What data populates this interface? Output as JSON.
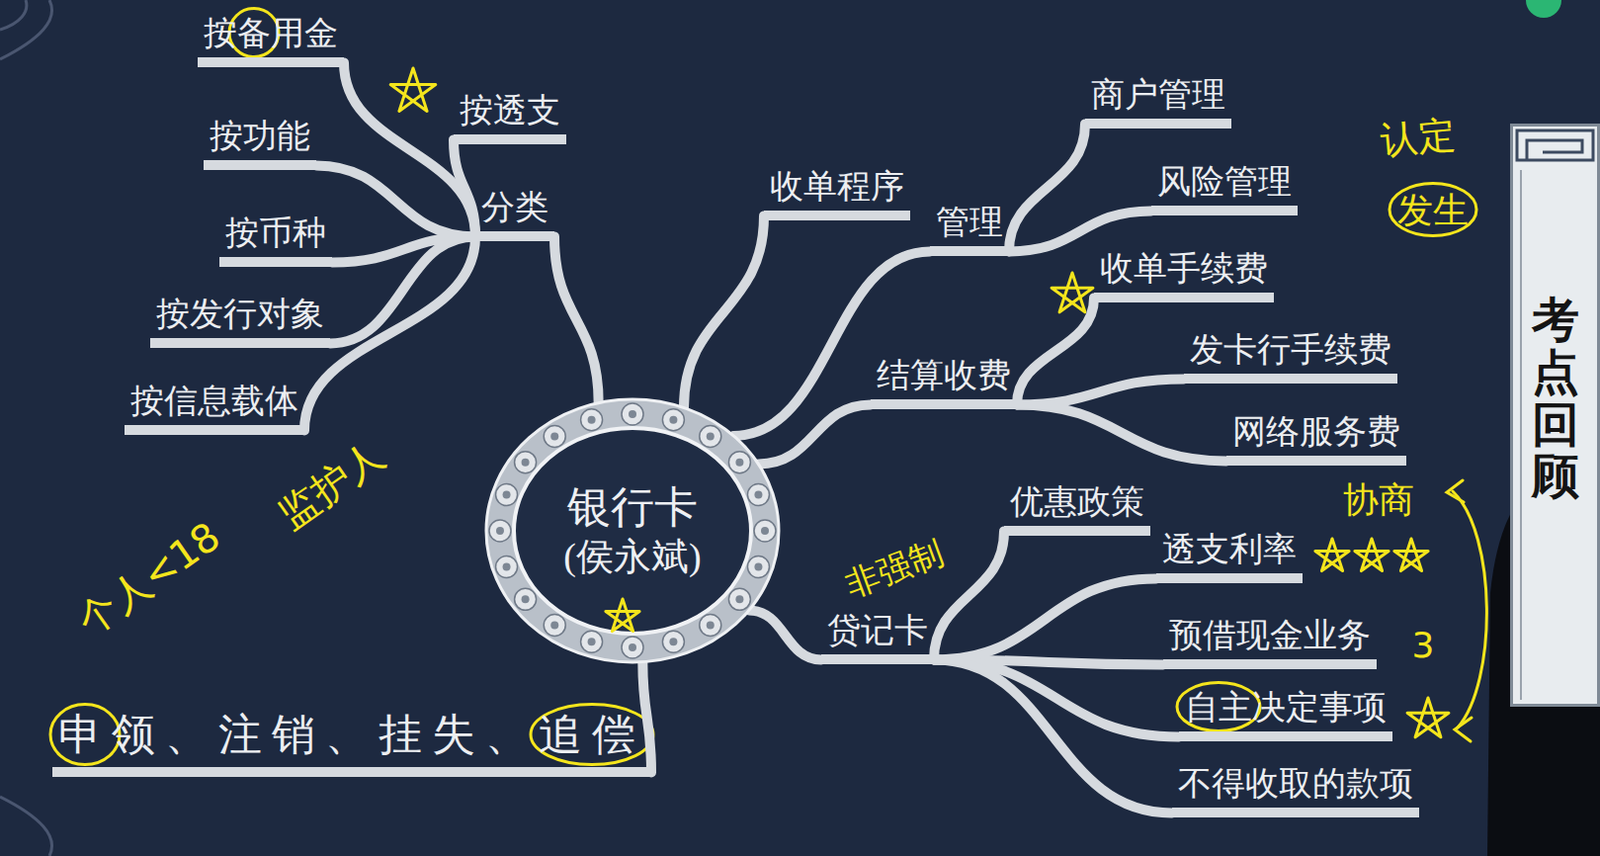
{
  "diagram": {
    "nodes": [
      {
        "text": [
          "银行卡",
          "(侯永斌)"
        ]
      },
      {
        "text": [
          "分类"
        ]
      },
      {
        "text": [
          "按备用金"
        ]
      },
      {
        "text": [
          "按透支"
        ]
      },
      {
        "text": [
          "按功能"
        ]
      },
      {
        "text": [
          "按币种"
        ]
      },
      {
        "text": [
          "按发行对象"
        ]
      },
      {
        "text": [
          "按信息载体"
        ]
      },
      {
        "text": [
          "收单程序"
        ]
      },
      {
        "text": [
          "管理"
        ]
      },
      {
        "text": [
          "商户管理"
        ]
      },
      {
        "text": [
          "风险管理"
        ]
      },
      {
        "text": [
          "结算收费"
        ]
      },
      {
        "text": [
          "收单手续费"
        ]
      },
      {
        "text": [
          "发卡行手续费"
        ]
      },
      {
        "text": [
          "网络服务费"
        ]
      },
      {
        "text": [
          "贷记卡"
        ]
      },
      {
        "text": [
          "优惠政策"
        ]
      },
      {
        "text": [
          "透支利率"
        ]
      },
      {
        "text": [
          "预借现金业务"
        ]
      },
      {
        "text": [
          "自主决定事项"
        ]
      },
      {
        "text": [
          "不得收取的款项"
        ]
      },
      {
        "text": [
          "申领、注销、挂失、追偿"
        ]
      },
      {
        "text": [
          "考点回顾"
        ]
      }
    ],
    "edges": [
      {
        "from": 0,
        "to": 1,
        "arrow": "none"
      },
      {
        "from": 1,
        "to": 2,
        "arrow": "none"
      },
      {
        "from": 1,
        "to": 3,
        "arrow": "none"
      },
      {
        "from": 1,
        "to": 4,
        "arrow": "none"
      },
      {
        "from": 1,
        "to": 5,
        "arrow": "none"
      },
      {
        "from": 1,
        "to": 6,
        "arrow": "none"
      },
      {
        "from": 1,
        "to": 7,
        "arrow": "none"
      },
      {
        "from": 0,
        "to": 8,
        "arrow": "none"
      },
      {
        "from": 0,
        "to": 9,
        "arrow": "none"
      },
      {
        "from": 9,
        "to": 10,
        "arrow": "none"
      },
      {
        "from": 9,
        "to": 11,
        "arrow": "none"
      },
      {
        "from": 0,
        "to": 12,
        "arrow": "none"
      },
      {
        "from": 12,
        "to": 13,
        "arrow": "none"
      },
      {
        "from": 12,
        "to": 14,
        "arrow": "none"
      },
      {
        "from": 12,
        "to": 15,
        "arrow": "none"
      },
      {
        "from": 0,
        "to": 16,
        "arrow": "none"
      },
      {
        "from": 16,
        "to": 17,
        "arrow": "none"
      },
      {
        "from": 16,
        "to": 18,
        "arrow": "none"
      },
      {
        "from": 16,
        "to": 19,
        "arrow": "none"
      },
      {
        "from": 16,
        "to": 20,
        "arrow": "none"
      },
      {
        "from": 16,
        "to": 21,
        "arrow": "none"
      },
      {
        "from": 0,
        "to": 22,
        "arrow": "none"
      }
    ],
    "labels": [
      "个人<18",
      "监护人",
      "认定",
      "发生",
      "非强制",
      "协商",
      "3"
    ]
  }
}
